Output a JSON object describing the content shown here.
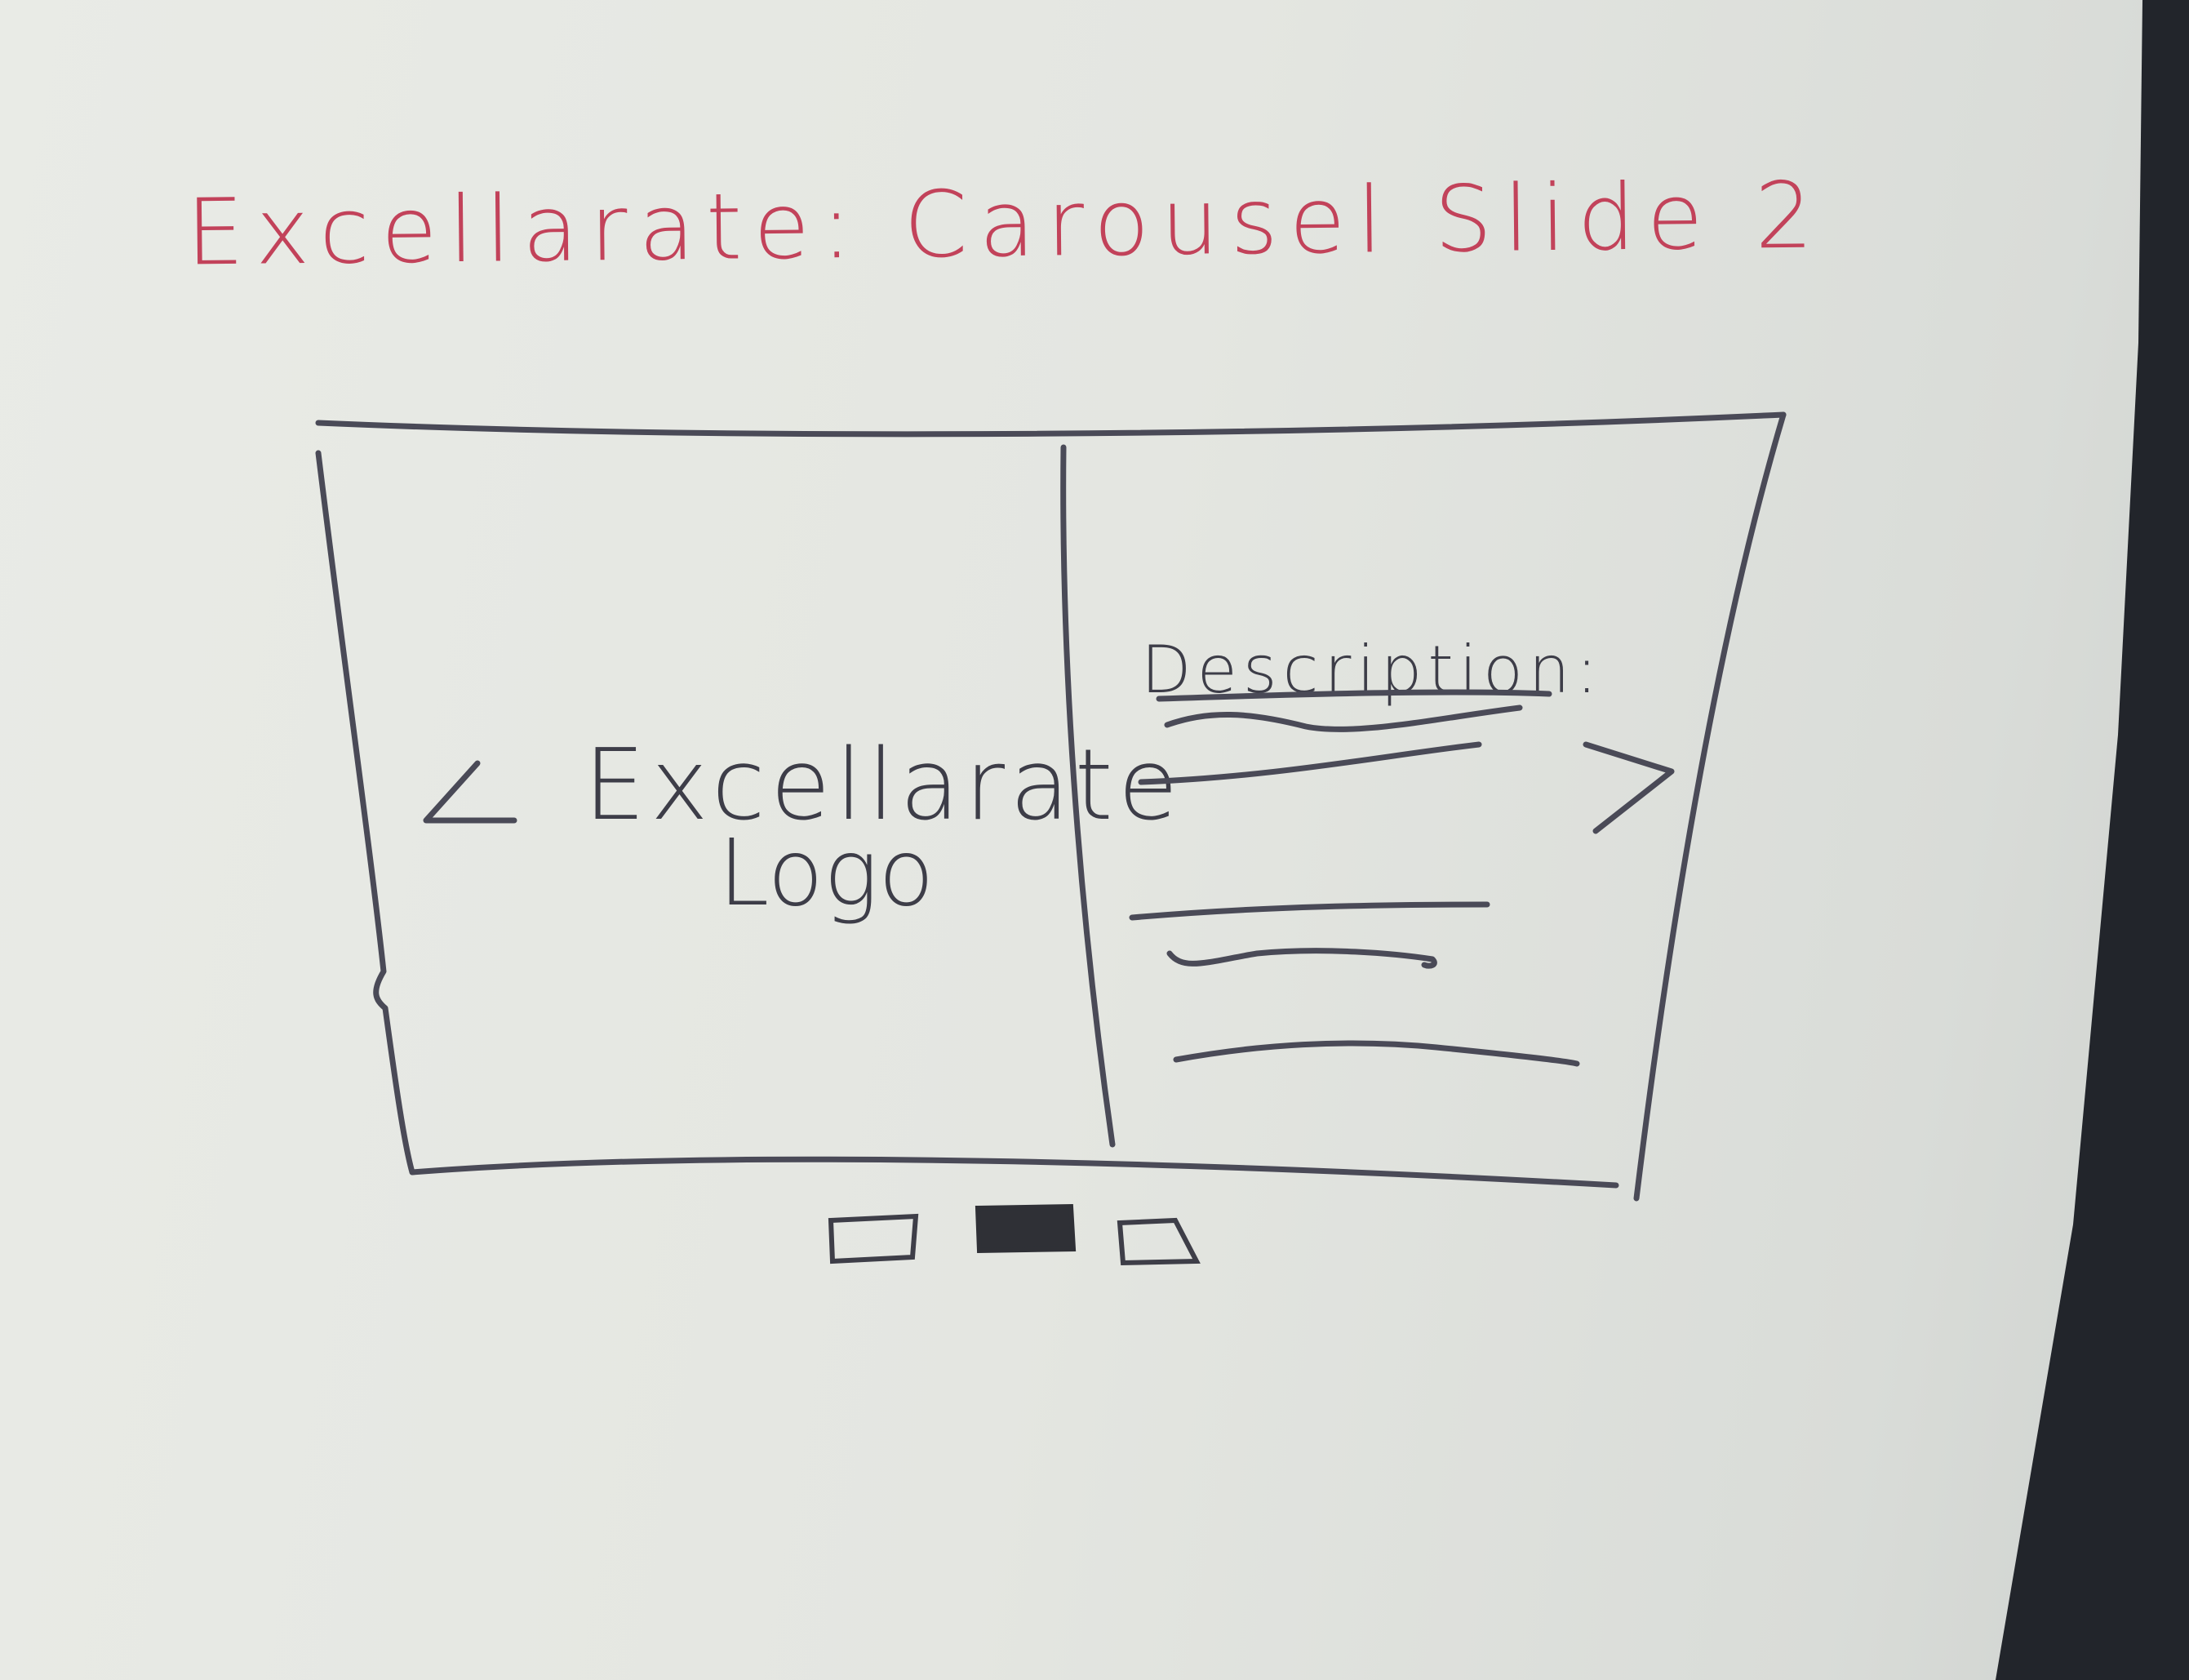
{
  "page_title": "Excellarate: Carousel Slide 2",
  "carousel": {
    "prev_arrow": "<",
    "next_arrow": ">",
    "logo": {
      "line1": "Excellarate",
      "line2": "Logo"
    },
    "description_heading": "Description:",
    "description_line_count": 5
  },
  "indicators": {
    "count": 3,
    "active_index": 1
  },
  "colors": {
    "title_ink": "#c2425a",
    "sketch_ink": "#4a4a57",
    "paper": "#e6e8e3"
  }
}
